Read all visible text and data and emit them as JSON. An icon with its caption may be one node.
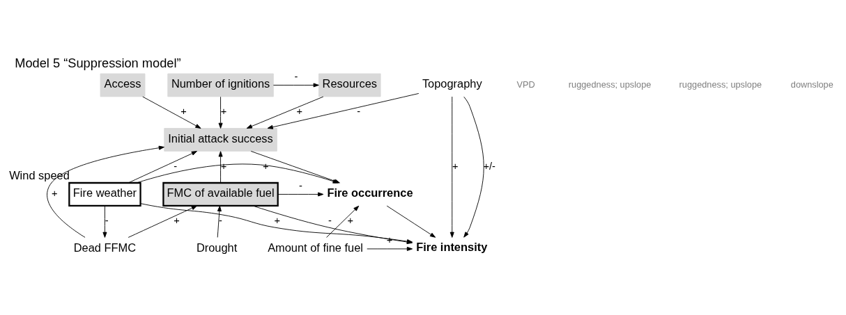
{
  "diagram": {
    "title": "Model 5 “Suppression model”",
    "nodes": [
      {
        "text": [
          "Number of ignitions"
        ]
      },
      {
        "text": [
          "Resources"
        ]
      },
      {
        "text": [
          "Access"
        ]
      },
      {
        "text": [
          "Dead FFMC"
        ]
      },
      {
        "text": [
          "Drought"
        ]
      },
      {
        "text": [
          "Initial attack success"
        ]
      },
      {
        "text": [
          "Fire weather"
        ],
        "beside": [
          "Wind speed"
        ]
      },
      {
        "text": [
          "FMC of available fuel"
        ]
      },
      {
        "text": [
          "Fire occurrence"
        ]
      },
      {
        "text": [
          "Fire intensity"
        ]
      },
      {
        "text": [
          "Amount of fine fuel"
        ]
      },
      {
        "text": [
          "Topography"
        ]
      }
    ],
    "edges": [
      {
        "from": 0,
        "to": 1,
        "arrow": "to",
        "label": "-"
      },
      {
        "from": 0,
        "to": 5,
        "arrow": "to",
        "label": "+"
      },
      {
        "from": 1,
        "to": 5,
        "arrow": "to",
        "label": "+"
      },
      {
        "from": 2,
        "to": 5,
        "arrow": "to",
        "label": "+"
      },
      {
        "from": 6,
        "to": 3,
        "arrow": "to",
        "label": "-"
      },
      {
        "from": 3,
        "to": 5,
        "arrow": "to",
        "label": "+"
      },
      {
        "from": 3,
        "to": 7,
        "arrow": "to",
        "label": "+"
      },
      {
        "from": 4,
        "to": 7,
        "arrow": "to",
        "label": "-"
      },
      {
        "from": 11,
        "to": 5,
        "arrow": "to",
        "label": "-"
      },
      {
        "from": 6,
        "to": 5,
        "arrow": "to",
        "label": "-"
      },
      {
        "from": 7,
        "to": 5,
        "arrow": "to",
        "label": "+"
      },
      {
        "from": 5,
        "to": 8,
        "arrow": "to"
      },
      {
        "from": 6,
        "to": 8,
        "arrow": "to",
        "label": "+"
      },
      {
        "from": 7,
        "to": 8,
        "arrow": "to",
        "label": "-"
      },
      {
        "from": 6,
        "to": 9,
        "arrow": "to",
        "label": "+"
      },
      {
        "from": 8,
        "to": 9,
        "arrow": "to"
      },
      {
        "from": 7,
        "to": 9,
        "arrow": "to",
        "label": "-"
      },
      {
        "from": 10,
        "to": 8,
        "arrow": "to",
        "label": "+"
      },
      {
        "from": 10,
        "to": 9,
        "arrow": "to",
        "label": "+"
      },
      {
        "from": 11,
        "to": 9,
        "arrow": "to",
        "label": "+"
      },
      {
        "from": 11,
        "to": 9,
        "arrow": "to",
        "label": "+/-"
      }
    ],
    "labels": [
      "VPD",
      "ruggedness; upslope",
      "ruggedness; upslope",
      "downslope"
    ]
  }
}
